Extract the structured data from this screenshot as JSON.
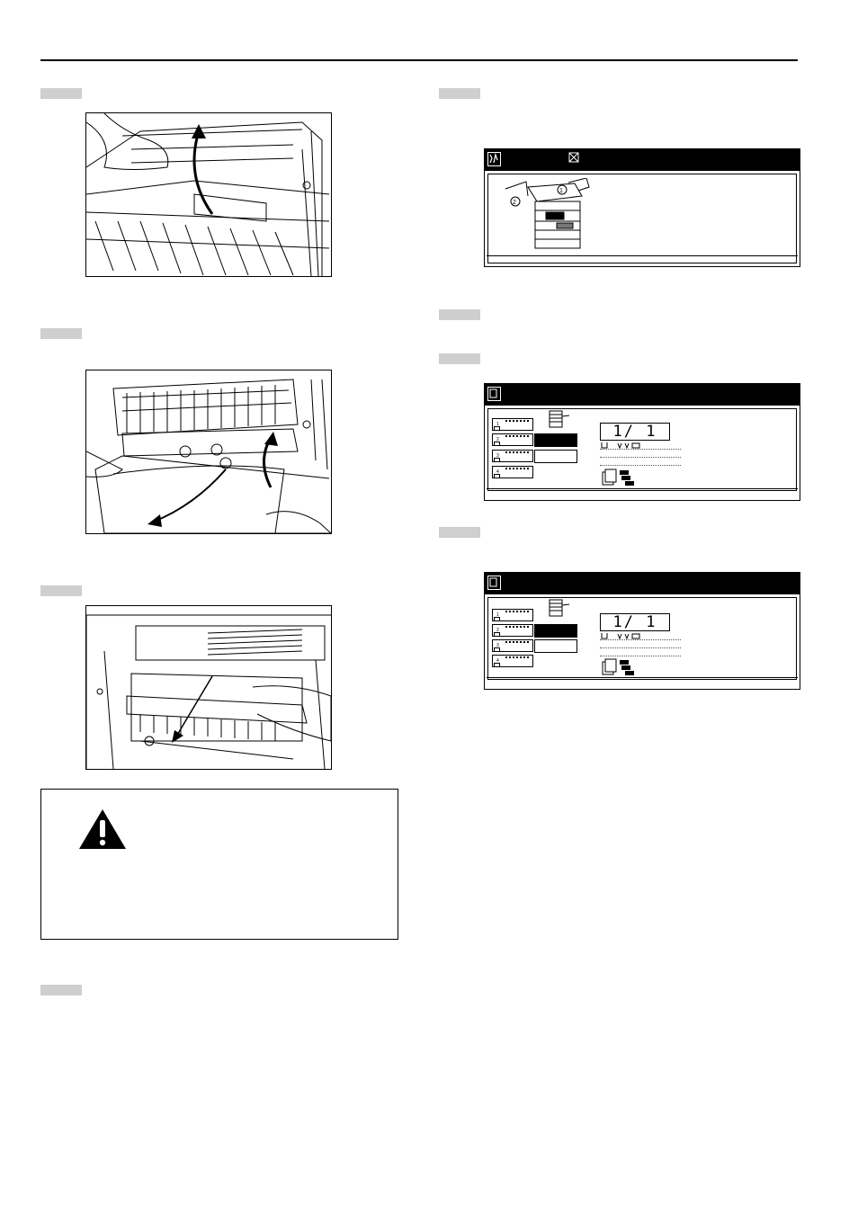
{
  "header": {},
  "left_column": {
    "figures": [
      {
        "name": "figure-lift-fuser-cover",
        "icon": "lift-cover-arrow-up-illustration"
      },
      {
        "name": "figure-pull-jammed-paper",
        "icon": "pull-paper-arrow-illustration"
      },
      {
        "name": "figure-remove-paper-from-unit",
        "icon": "remove-paper-illustration"
      }
    ],
    "warning": {
      "icon": "warning-triangle-icon",
      "symbol": "!"
    }
  },
  "right_column": {
    "jam_panel": {
      "icon": "paper-jam-icon",
      "icon2": "jam-x-icon",
      "diagram": "copier-jam-location-diagram",
      "markers": [
        "1",
        "2"
      ]
    },
    "ready_panels": [
      {
        "icon": "original-icon",
        "counter": "1/ 1",
        "trays": [
          "1",
          "2",
          "3",
          "4"
        ],
        "selected_tray": 2
      },
      {
        "icon": "original-icon",
        "counter": "1/ 1",
        "trays": [
          "1",
          "2",
          "3",
          "4"
        ],
        "selected_tray": 2
      }
    ]
  }
}
